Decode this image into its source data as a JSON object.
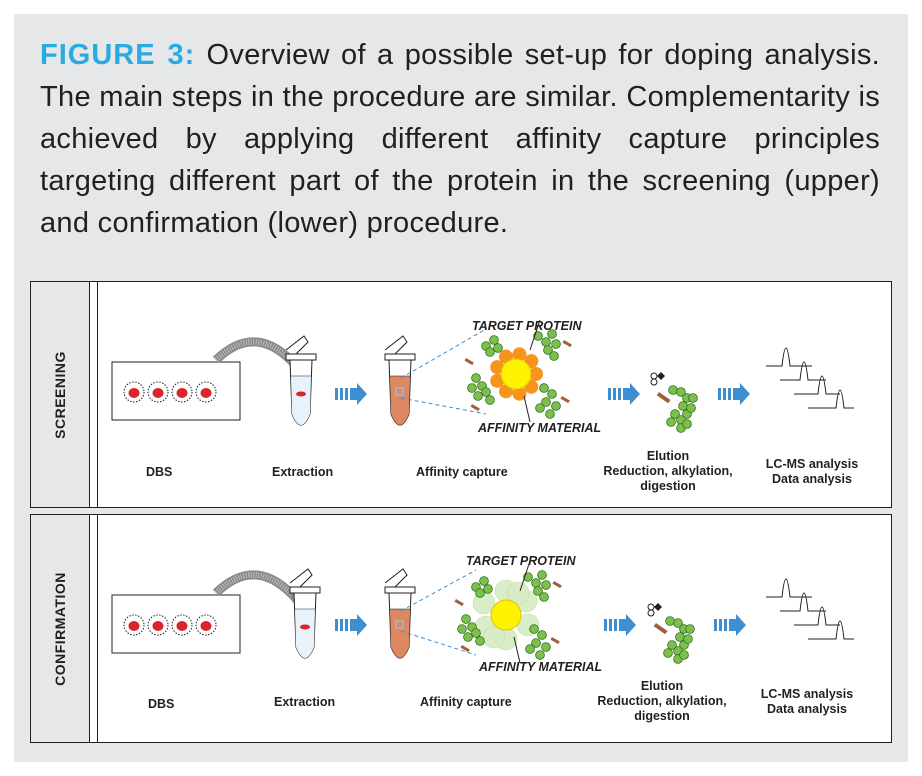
{
  "caption": {
    "label": "FIGURE 3:",
    "text": "Overview of a possible set-up for doping analysis. The main steps in the procedure are similar. Complementarity is achieved by applying different affinity capture principles targeting different part of the protein in the screening (upper) and confirmation (lower) procedure."
  },
  "colors": {
    "accent": "#29abe2",
    "arrow": "#3d8fd1",
    "blood": "#d9232d",
    "capture_liquid": "#d9825b",
    "bead": "#fff200",
    "protein": "#7cc04b",
    "screening_ligand": "#f7941d"
  },
  "panels": [
    {
      "side_label": "SCREENING",
      "target_protein": "TARGET PROTEIN",
      "affinity_material": "AFFINITY MATERIAL",
      "steps": {
        "dbs": "DBS",
        "extraction": "Extraction",
        "affinity_capture": "Affinity capture",
        "elution": "Elution",
        "reduction": "Reduction, alkylation,",
        "digestion": "digestion",
        "lcms": "LC-MS analysis",
        "data": "Data analysis"
      }
    },
    {
      "side_label": "CONFIRMATION",
      "target_protein": "TARGET PROTEIN",
      "affinity_material": "AFFINITY MATERIAL",
      "steps": {
        "dbs": "DBS",
        "extraction": "Extraction",
        "affinity_capture": "Affinity capture",
        "elution": "Elution",
        "reduction": "Reduction, alkylation,",
        "digestion": "digestion",
        "lcms": "LC-MS analysis",
        "data": "Data analysis"
      }
    }
  ]
}
